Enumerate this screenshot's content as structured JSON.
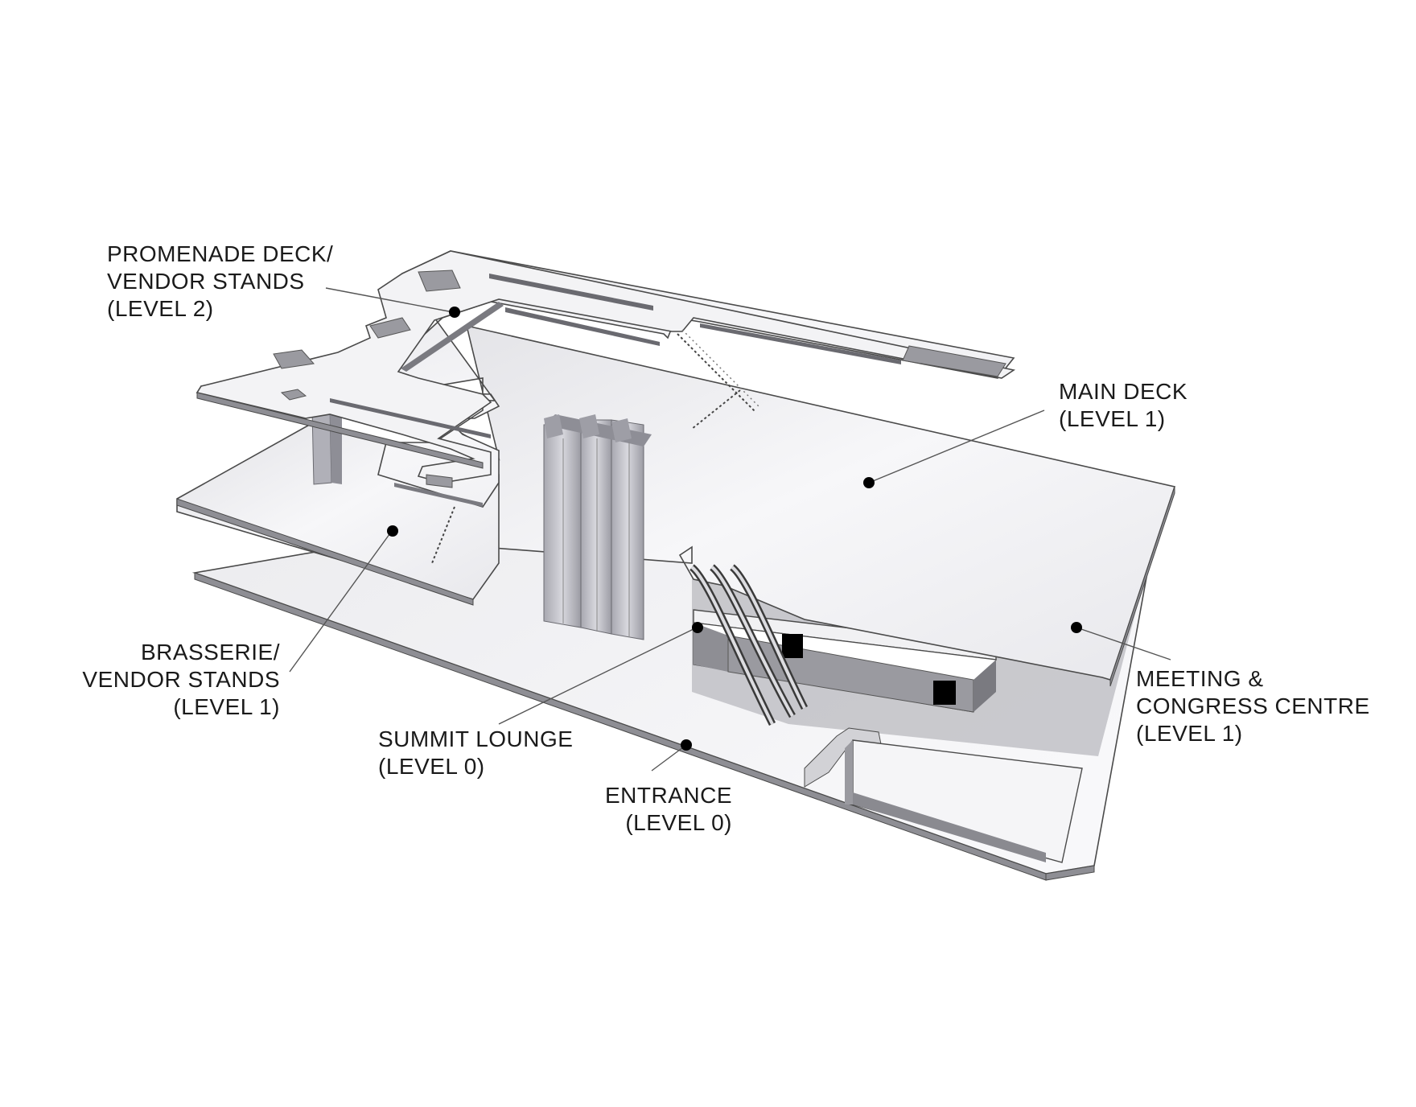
{
  "labels": {
    "promenade": [
      "PROMENADE DECK/",
      "VENDOR STANDS",
      "(LEVEL 2)"
    ],
    "main_deck": [
      "MAIN DECK",
      "(LEVEL 1)"
    ],
    "brasserie": [
      "BRASSERIE/",
      "VENDOR STANDS",
      "(LEVEL 1)"
    ],
    "meeting": [
      "MEETING &",
      "CONGRESS CENTRE",
      "(LEVEL 1)"
    ],
    "summit": [
      "SUMMIT LOUNGE",
      "(LEVEL 0)"
    ],
    "entrance": [
      "ENTRANCE",
      "(LEVEL 0)"
    ]
  },
  "colors": {
    "slab_fill": "#f2f2f4",
    "slab_edge": "#8e8e94",
    "tower": "#b9b9c0",
    "dark_block": "#000000"
  }
}
